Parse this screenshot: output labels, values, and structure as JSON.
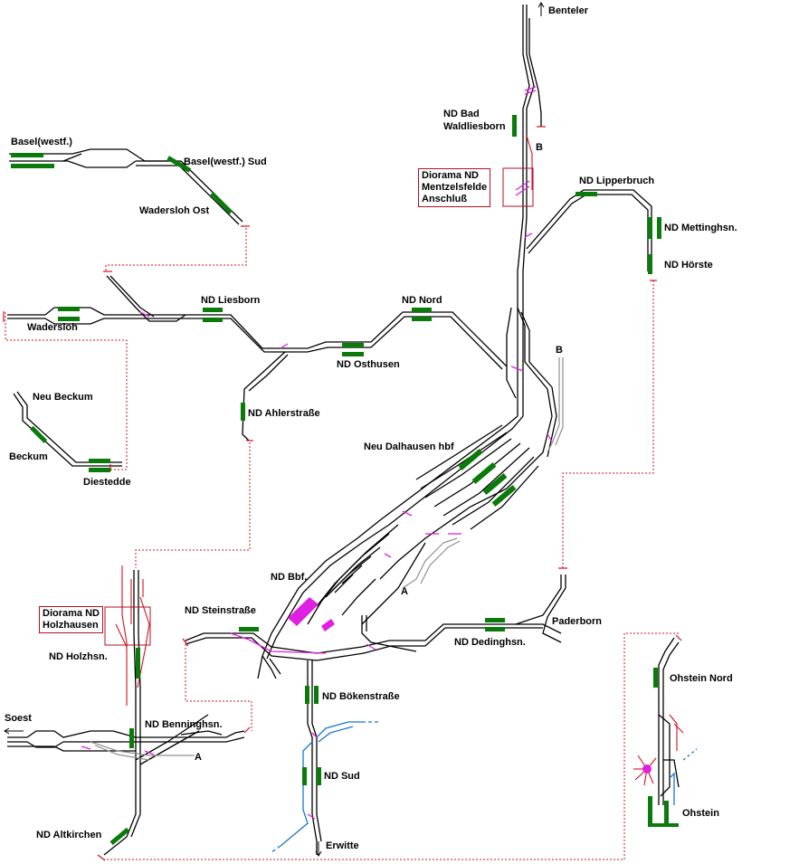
{
  "stations": {
    "benteler": "Benteler",
    "nd_bad_waldliesborn_1": "ND Bad",
    "nd_bad_waldliesborn_2": "Waldliesborn",
    "basel": "Basel(westf.)",
    "basel_sud": "Basel(westf.) Sud",
    "wadersloh_ost": "Wadersloh Ost",
    "nd_lipperbruch": "ND Lipperbruch",
    "nd_mettinghsn": "ND Mettinghsn.",
    "nd_horste": "ND Hörste",
    "nd_liesborn": "ND Liesborn",
    "nd_nord": "ND Nord",
    "wadersloh": "Wadersloh",
    "nd_osthusen": "ND Osthusen",
    "neu_beckum": "Neu Beckum",
    "nd_ahlerstrasse": "ND Ahlerstraße",
    "beckum": "Beckum",
    "neu_dalhausen_hbf": "Neu Dalhausen hbf",
    "diestedde": "Diestedde",
    "nd_bbf": "ND Bbf.",
    "paderborn": "Paderborn",
    "nd_steinstrasse": "ND Steinstraße",
    "nd_dedinghsn": "ND Dedinghsn.",
    "nd_holzhsn": "ND Holzhsn.",
    "ohstein_nord": "Ohstein Nord",
    "nd_bokenstrasse": "ND Bökenstraße",
    "soest": "Soest",
    "nd_benninghsn": "ND Benninghsn.",
    "nd_sud": "ND Sud",
    "ohstein": "Ohstein",
    "nd_altkirchen": "ND Altkirchen",
    "erwitte": "Erwitte"
  },
  "markers": {
    "b_top": "B",
    "b_right": "B",
    "a_middle": "A",
    "a_bottom": "A"
  },
  "dioramas": {
    "mentzelsfelde": [
      "Diorama ND",
      "Mentzelsfelde",
      "Anschluß"
    ],
    "holzhausen": [
      "Diorama ND",
      "Holzhausen"
    ]
  },
  "colors": {
    "track": "#000000",
    "platform": "#0a7a0a",
    "diorama_track": "#d01020",
    "connection_dotted": "#d01020",
    "highlight_magenta": "#e020e0",
    "branch_blue": "#1a78c8",
    "siding_gray": "#909090"
  }
}
